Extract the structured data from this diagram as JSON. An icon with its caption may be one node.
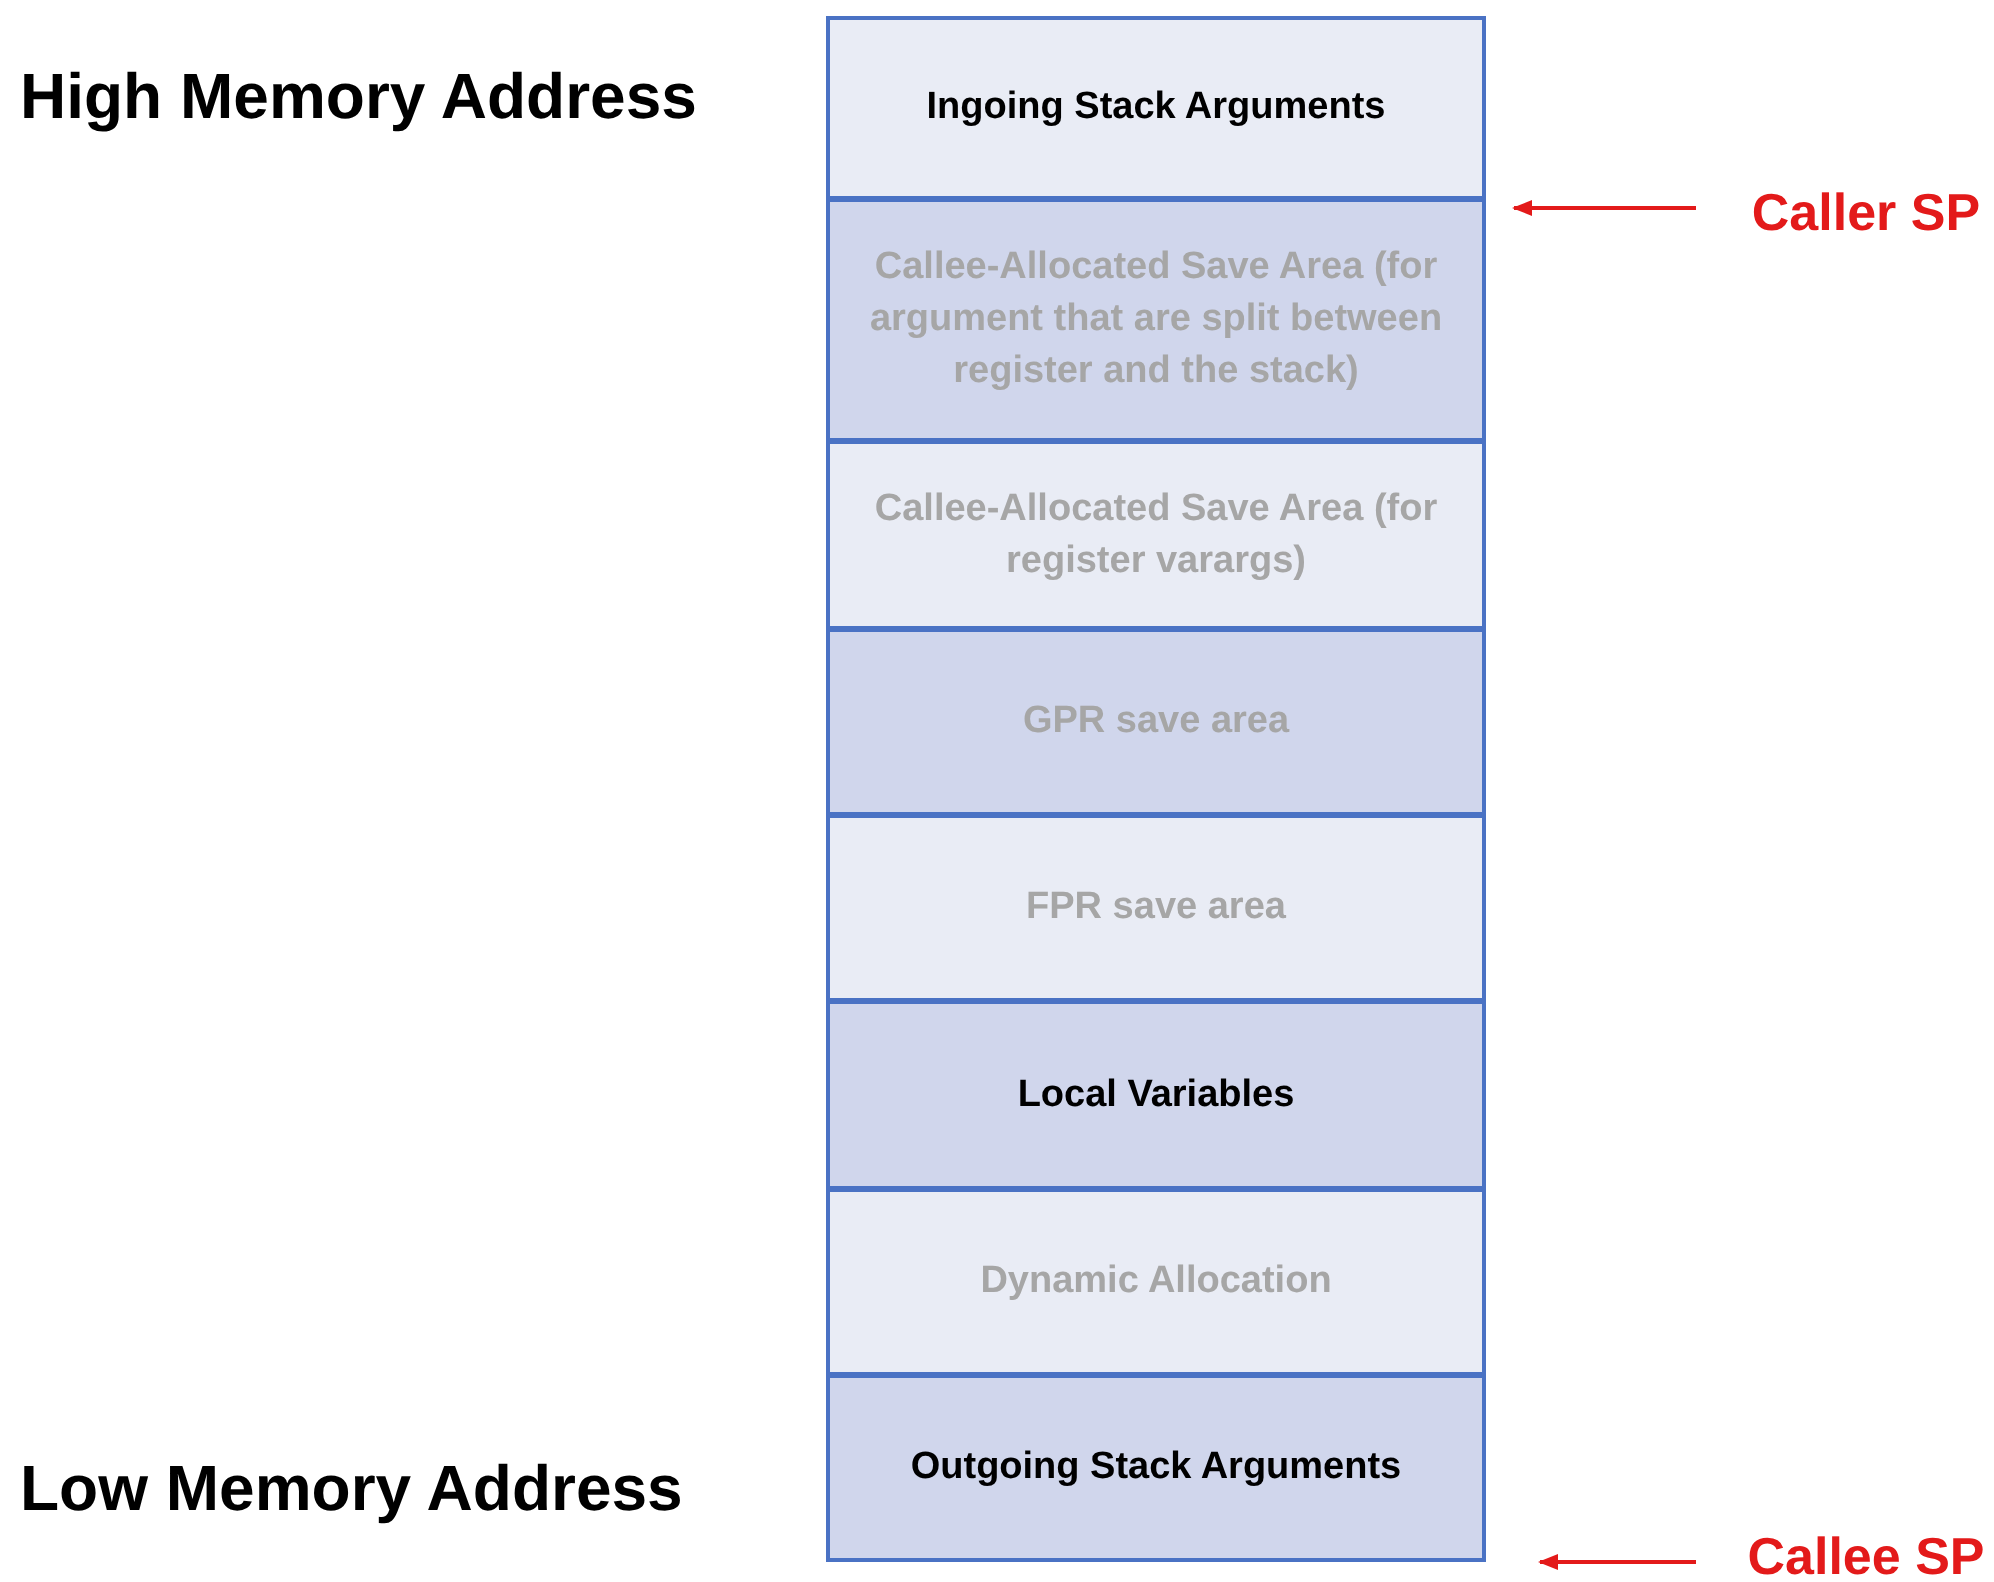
{
  "diagram": {
    "nodes": [
      {
        "text": [
          "Ingoing Stack Arguments"
        ]
      },
      {
        "text": [
          "Callee-Allocated Save Area (for argument that are split between register and the stack)"
        ]
      },
      {
        "text": [
          "Callee-Allocated Save Area (for register varargs)"
        ]
      },
      {
        "text": [
          "GPR save area"
        ]
      },
      {
        "text": [
          "FPR save area"
        ]
      },
      {
        "text": [
          "Local Variables"
        ]
      },
      {
        "text": [
          "Dynamic Allocation"
        ]
      },
      {
        "text": [
          "Outgoing Stack Arguments"
        ]
      },
      {
        "text": [
          "Caller SP"
        ]
      },
      {
        "text": [
          "Callee SP"
        ]
      }
    ],
    "edges": [
      {
        "from": 8,
        "to": 0,
        "arrow": "to"
      },
      {
        "from": 9,
        "to": 7,
        "arrow": "to"
      }
    ],
    "labels": [
      "High Memory Address",
      "Low Memory Address"
    ]
  }
}
